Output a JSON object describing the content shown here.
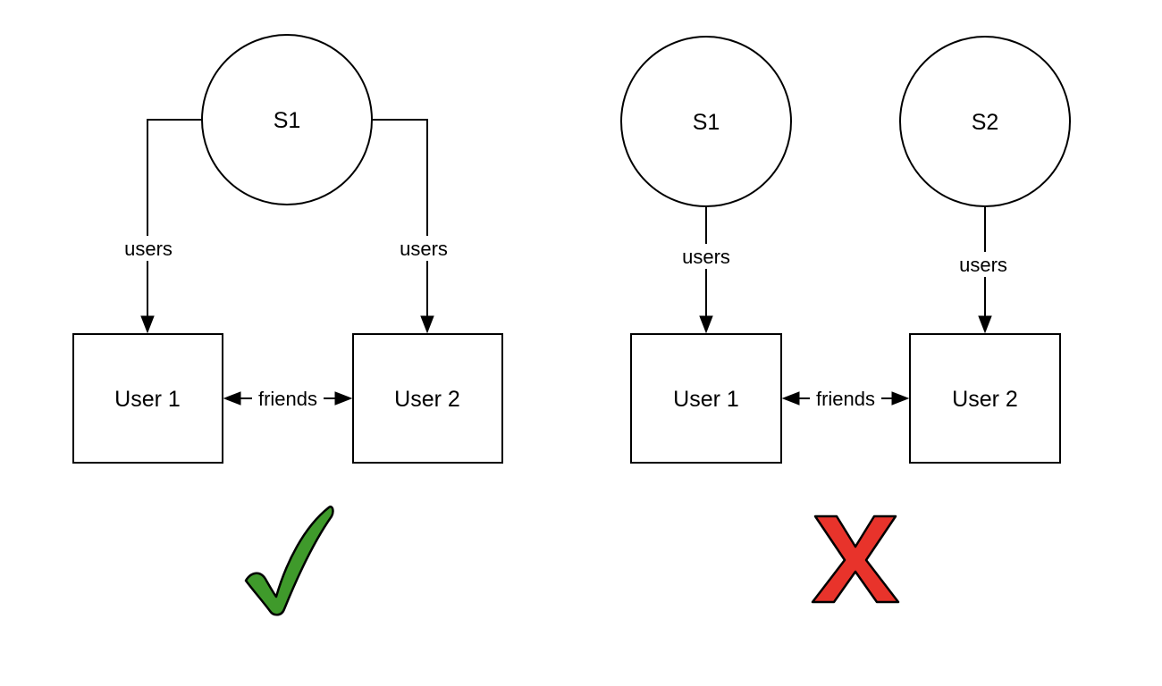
{
  "left": {
    "server": {
      "label": "S1"
    },
    "user1": {
      "label": "User 1"
    },
    "user2": {
      "label": "User 2"
    },
    "edge_users_1": {
      "label": "users"
    },
    "edge_users_2": {
      "label": "users"
    },
    "edge_friends": {
      "label": "friends"
    },
    "verdict": {
      "icon": "checkmark-icon",
      "color": "#3f9a2b"
    }
  },
  "right": {
    "server1": {
      "label": "S1"
    },
    "server2": {
      "label": "S2"
    },
    "user1": {
      "label": "User 1"
    },
    "user2": {
      "label": "User 2"
    },
    "edge_users_1": {
      "label": "users"
    },
    "edge_users_2": {
      "label": "users"
    },
    "edge_friends": {
      "label": "friends"
    },
    "verdict": {
      "icon": "cross-icon",
      "color": "#e8332b"
    }
  }
}
